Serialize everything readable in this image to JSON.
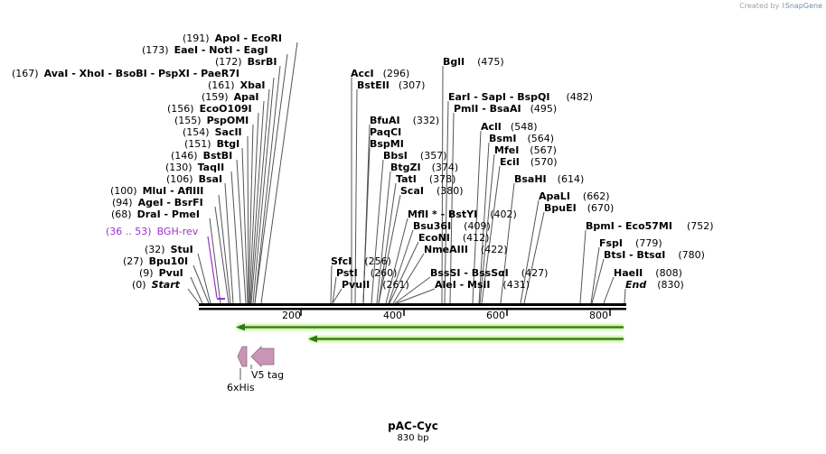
{
  "credit": {
    "prefix": "Created by",
    "brand": "SnapGene"
  },
  "plasmid": {
    "name": "pAC-Cyc",
    "length_label": "830 bp"
  },
  "colors": {
    "feature_arrow": "#2f7a12",
    "feature_glow": "#c9f29c",
    "v5tag": "#c994b6",
    "primer": "#9a32cd",
    "backbone": "#000000"
  },
  "ticks": [
    "200",
    "400",
    "600",
    "800"
  ],
  "sites_left": [
    {
      "pos": "(0)",
      "name": "Start",
      "italic": true
    },
    {
      "pos": "(9)",
      "name": "PvuI"
    },
    {
      "pos": "(27)",
      "name": "Bpu10I"
    },
    {
      "pos": "(32)",
      "name": "StuI"
    },
    {
      "pos": "(68)",
      "name": "DraI - PmeI"
    },
    {
      "pos": "(94)",
      "name": "AgeI - BsrFI"
    },
    {
      "pos": "(100)",
      "name": "MluI - AflIII"
    },
    {
      "pos": "(106)",
      "name": "BsaI"
    },
    {
      "pos": "(130)",
      "name": "TaqII"
    },
    {
      "pos": "(146)",
      "name": "BstBI"
    },
    {
      "pos": "(151)",
      "name": "BtgI"
    },
    {
      "pos": "(154)",
      "name": "SacII"
    },
    {
      "pos": "(155)",
      "name": "PspOMI"
    },
    {
      "pos": "(156)",
      "name": "EcoO109I"
    },
    {
      "pos": "(159)",
      "name": "ApaI"
    },
    {
      "pos": "(161)",
      "name": "XbaI"
    },
    {
      "pos": "(167)",
      "name": "AvaI - XhoI - BsoBI - PspXI - PaeR7I"
    },
    {
      "pos": "(172)",
      "name": "BsrBI"
    },
    {
      "pos": "(173)",
      "name": "EaeI - NotI - EagI"
    },
    {
      "pos": "(191)",
      "name": "ApoI - EcoRI"
    }
  ],
  "sites_right": [
    {
      "name": "AccI",
      "pos": "(296)"
    },
    {
      "name": "BstEII",
      "pos": "(307)"
    },
    {
      "name": "BglI",
      "pos": "(475)"
    },
    {
      "name": "EarI - SapI - BspQI",
      "pos": "(482)"
    },
    {
      "name": "PmlI - BsaAI",
      "pos": "(495)"
    },
    {
      "name": "BfuAI",
      "pos": "(332)"
    },
    {
      "name": "PaqCI",
      "pos": ""
    },
    {
      "name": "BspMI",
      "pos": ""
    },
    {
      "name": "AclI",
      "pos": "(548)"
    },
    {
      "name": "BsmI",
      "pos": "(564)"
    },
    {
      "name": "MfeI",
      "pos": "(567)"
    },
    {
      "name": "EciI",
      "pos": "(570)"
    },
    {
      "name": "BbsI",
      "pos": "(357)"
    },
    {
      "name": "BtgZI",
      "pos": "(374)"
    },
    {
      "name": "TatI",
      "pos": "(378)"
    },
    {
      "name": "ScaI",
      "pos": "(380)"
    },
    {
      "name": "BsaHI",
      "pos": "(614)"
    },
    {
      "name": "ApaLI",
      "pos": "(662)"
    },
    {
      "name": "BpuEI",
      "pos": "(670)"
    },
    {
      "name": "MflI * - BstYI",
      "pos": "(402)"
    },
    {
      "name": "Bsu36I",
      "pos": "(409)"
    },
    {
      "name": "EcoNI",
      "pos": "(412)"
    },
    {
      "name": "NmeAIII",
      "pos": "(422)"
    },
    {
      "name": "BpmI - Eco57MI",
      "pos": "(752)"
    },
    {
      "name": "FspI",
      "pos": "(779)"
    },
    {
      "name": "BtsI - BtsαI",
      "pos": "(780)"
    },
    {
      "name": "SfcI",
      "pos": "(256)"
    },
    {
      "name": "PstI",
      "pos": "(260)"
    },
    {
      "name": "PvuII",
      "pos": "(261)"
    },
    {
      "name": "BssSI - BssSαI",
      "pos": "(427)"
    },
    {
      "name": "AleI - MslI",
      "pos": "(431)"
    },
    {
      "name": "HaeII",
      "pos": "(808)"
    },
    {
      "name": "End",
      "pos": "(830)",
      "italic": true
    }
  ],
  "primer": {
    "range": "(36 .. 53)",
    "name": "BGH-rev"
  },
  "features": [
    {
      "name": "V5 tag"
    },
    {
      "name": "6xHis"
    }
  ]
}
